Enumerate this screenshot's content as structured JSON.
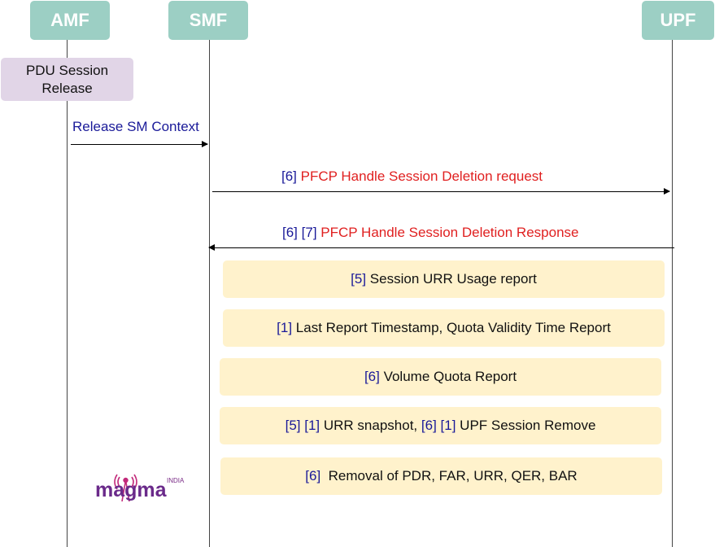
{
  "actors": {
    "amf": "AMF",
    "smf": "SMF",
    "upf": "UPF"
  },
  "pdu_note": "PDU Session Release",
  "release_msg": "Release SM Context",
  "deletion_request": {
    "ref": "[6]",
    "text": "PFCP Handle Session Deletion request"
  },
  "deletion_response": {
    "ref1": "[6]",
    "ref2": "[7]",
    "text": "PFCP Handle Session Deletion Response"
  },
  "steps": [
    {
      "ref": "[5]",
      "text": "Session URR Usage report"
    },
    {
      "ref": "[1]",
      "text": "Last Report Timestamp, Quota Validity Time Report"
    },
    {
      "ref": "[6]",
      "text": "Volume Quota Report"
    },
    {
      "ref1": "[5]",
      "ref2": "[1]",
      "text1": "URR snapshot,",
      "ref3": "[6]",
      "ref4": "[1]",
      "text2": "UPF Session Remove"
    },
    {
      "ref": "[6]",
      "text": "Removal of PDR, FAR, URR, QER, BAR"
    }
  ],
  "logo": {
    "name": "magma",
    "tag": "INDIA"
  },
  "colors": {
    "actor": "#9ccfc4",
    "note_purple": "#e1d5e7",
    "note_yellow": "#fff2cc",
    "ref": "#1a1a99",
    "pfcp": "#e02020"
  }
}
